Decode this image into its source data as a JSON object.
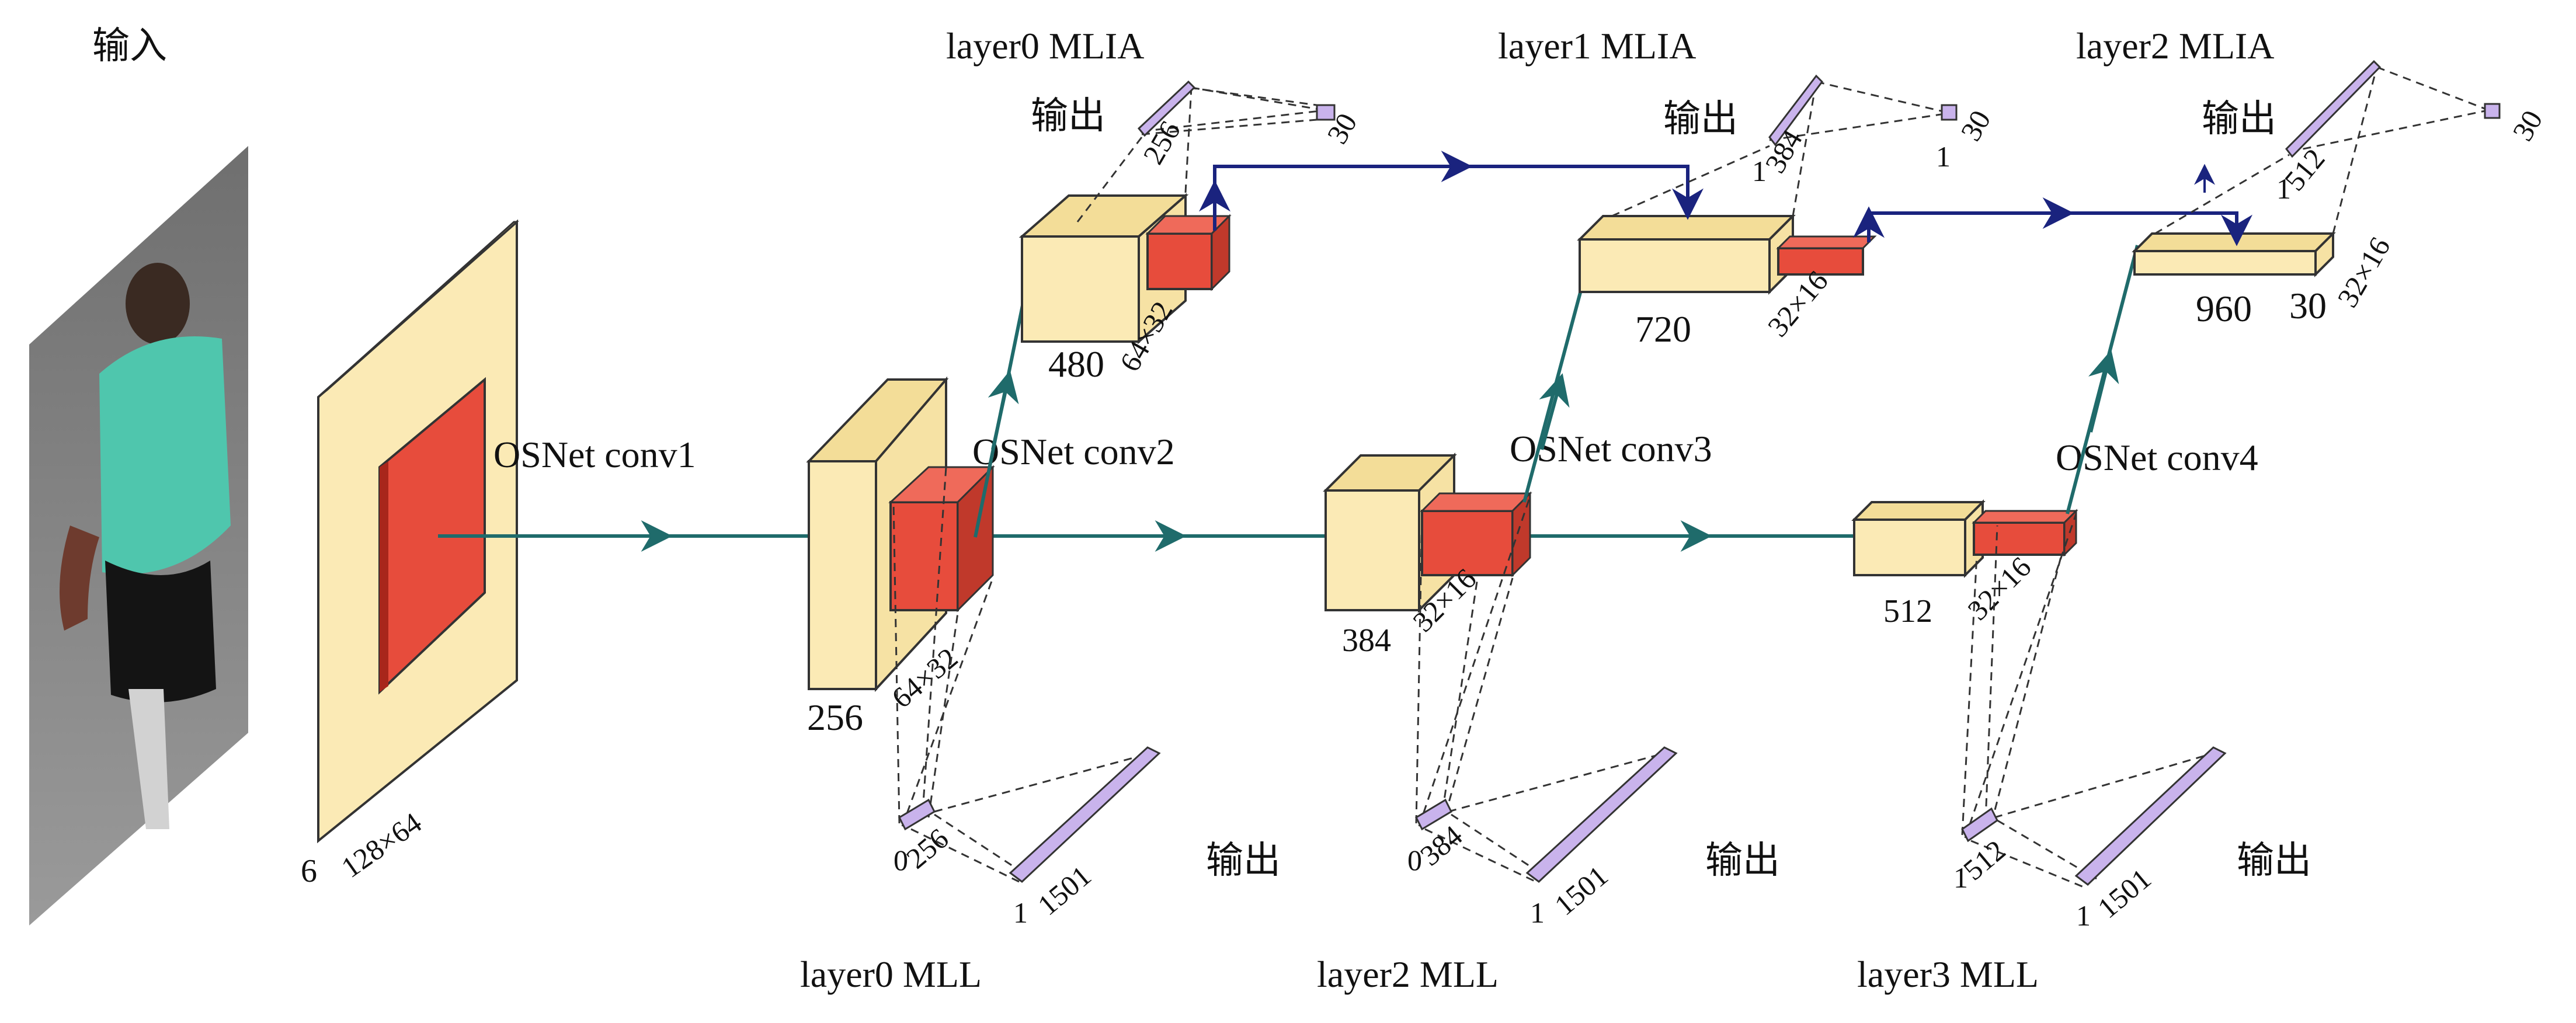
{
  "input_label": "输入",
  "output_label": "输出",
  "colors": {
    "feature_block": "#fbeab5",
    "attention_block": "#e74c3c",
    "vector": "#c9b3ec",
    "main_arrow": "#1f6b6b",
    "attention_arrow": "#1a237e",
    "dashed": "#333333"
  },
  "conv1": {
    "stage": "OSNet conv1",
    "channels": "6",
    "size": "128×64"
  },
  "conv2": {
    "stage": "OSNet conv2",
    "channels": "256",
    "size": "64×32"
  },
  "conv3": {
    "stage": "OSNet conv3",
    "channels": "384",
    "size": "32×16"
  },
  "conv4": {
    "stage": "OSNet conv4",
    "channels": "512",
    "size": "32×16"
  },
  "mlia0": {
    "title": "layer0 MLIA",
    "channels": "480",
    "size": "64×32",
    "vec_dim": "256",
    "out_dim": "30"
  },
  "mlia1": {
    "title": "layer1 MLIA",
    "channels": "720",
    "size": "32×16",
    "vec_lead": "1",
    "vec_dim": "384",
    "out_lead": "1",
    "out_dim": "30"
  },
  "mlia2": {
    "title": "layer2 MLIA",
    "channels": "960",
    "extra": "30",
    "size": "32×16",
    "vec_lead": "1",
    "vec_dim": "512",
    "out_dim": "30"
  },
  "mll0": {
    "title": "layer0 MLL",
    "vec_lead": "0",
    "vec_dim": "256",
    "out_lead": "1",
    "out_dim": "1501"
  },
  "mll2": {
    "title": "layer2 MLL",
    "vec_lead": "0",
    "vec_dim": "384",
    "out_lead": "1",
    "out_dim": "1501"
  },
  "mll3": {
    "title": "layer3 MLL",
    "vec_lead": "1",
    "vec_dim": "512",
    "out_lead": "1",
    "out_dim": "1501"
  }
}
